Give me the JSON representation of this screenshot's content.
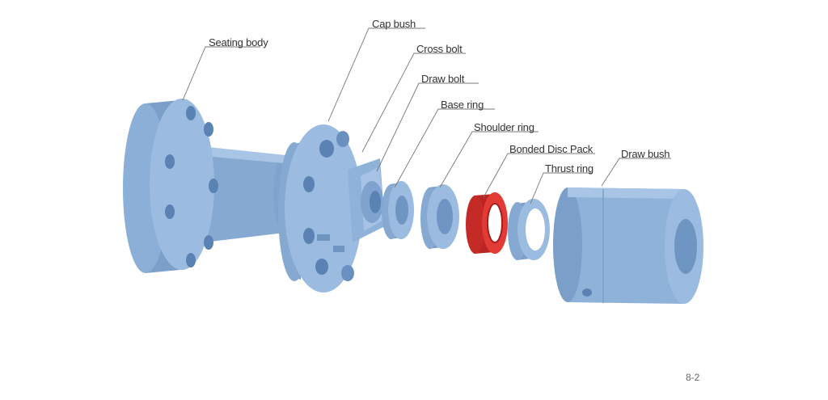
{
  "diagram": {
    "parts": {
      "seating_body": "Seating body",
      "cap_bush": "Cap bush",
      "cross_bolt": "Cross bolt",
      "draw_bolt": "Draw bolt",
      "base_ring": "Base ring",
      "shoulder_ring": "Shoulder ring",
      "bonded_disc_pack": "Bonded Disc Pack",
      "thrust_ring": "Thrust ring",
      "draw_bush": "Draw bush"
    },
    "page_number": "8-2"
  },
  "colors": {
    "part_fill": "#8fb2d9",
    "part_shade": "#6f95c2",
    "part_dark": "#4f78a8",
    "part_light": "#b3cdea",
    "disc_pack": "#d8322e",
    "leader_line": "#777777",
    "label_text": "#333333"
  }
}
